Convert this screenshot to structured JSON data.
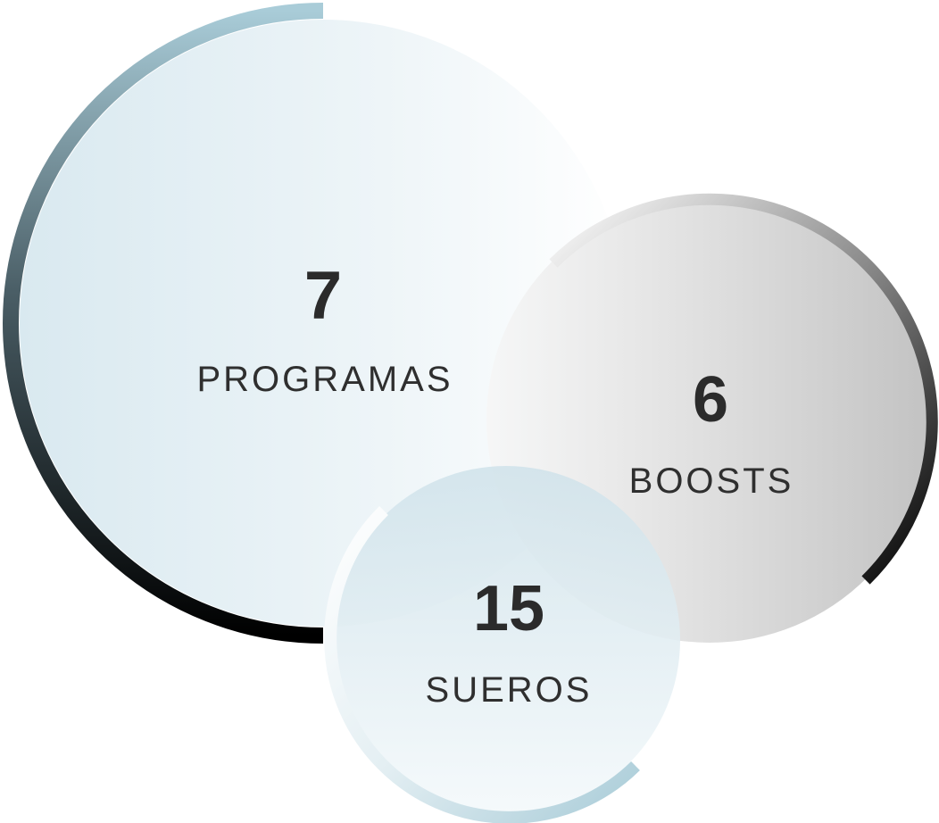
{
  "stats": [
    {
      "value": "7",
      "label": "PROGRAMAS"
    },
    {
      "value": "6",
      "label": "BOOSTS"
    },
    {
      "value": "15",
      "label": "SUEROS"
    }
  ],
  "colors": {
    "light_blue": "#a9ccd8",
    "dark": "#000000",
    "gray": "#c4c4c4"
  }
}
